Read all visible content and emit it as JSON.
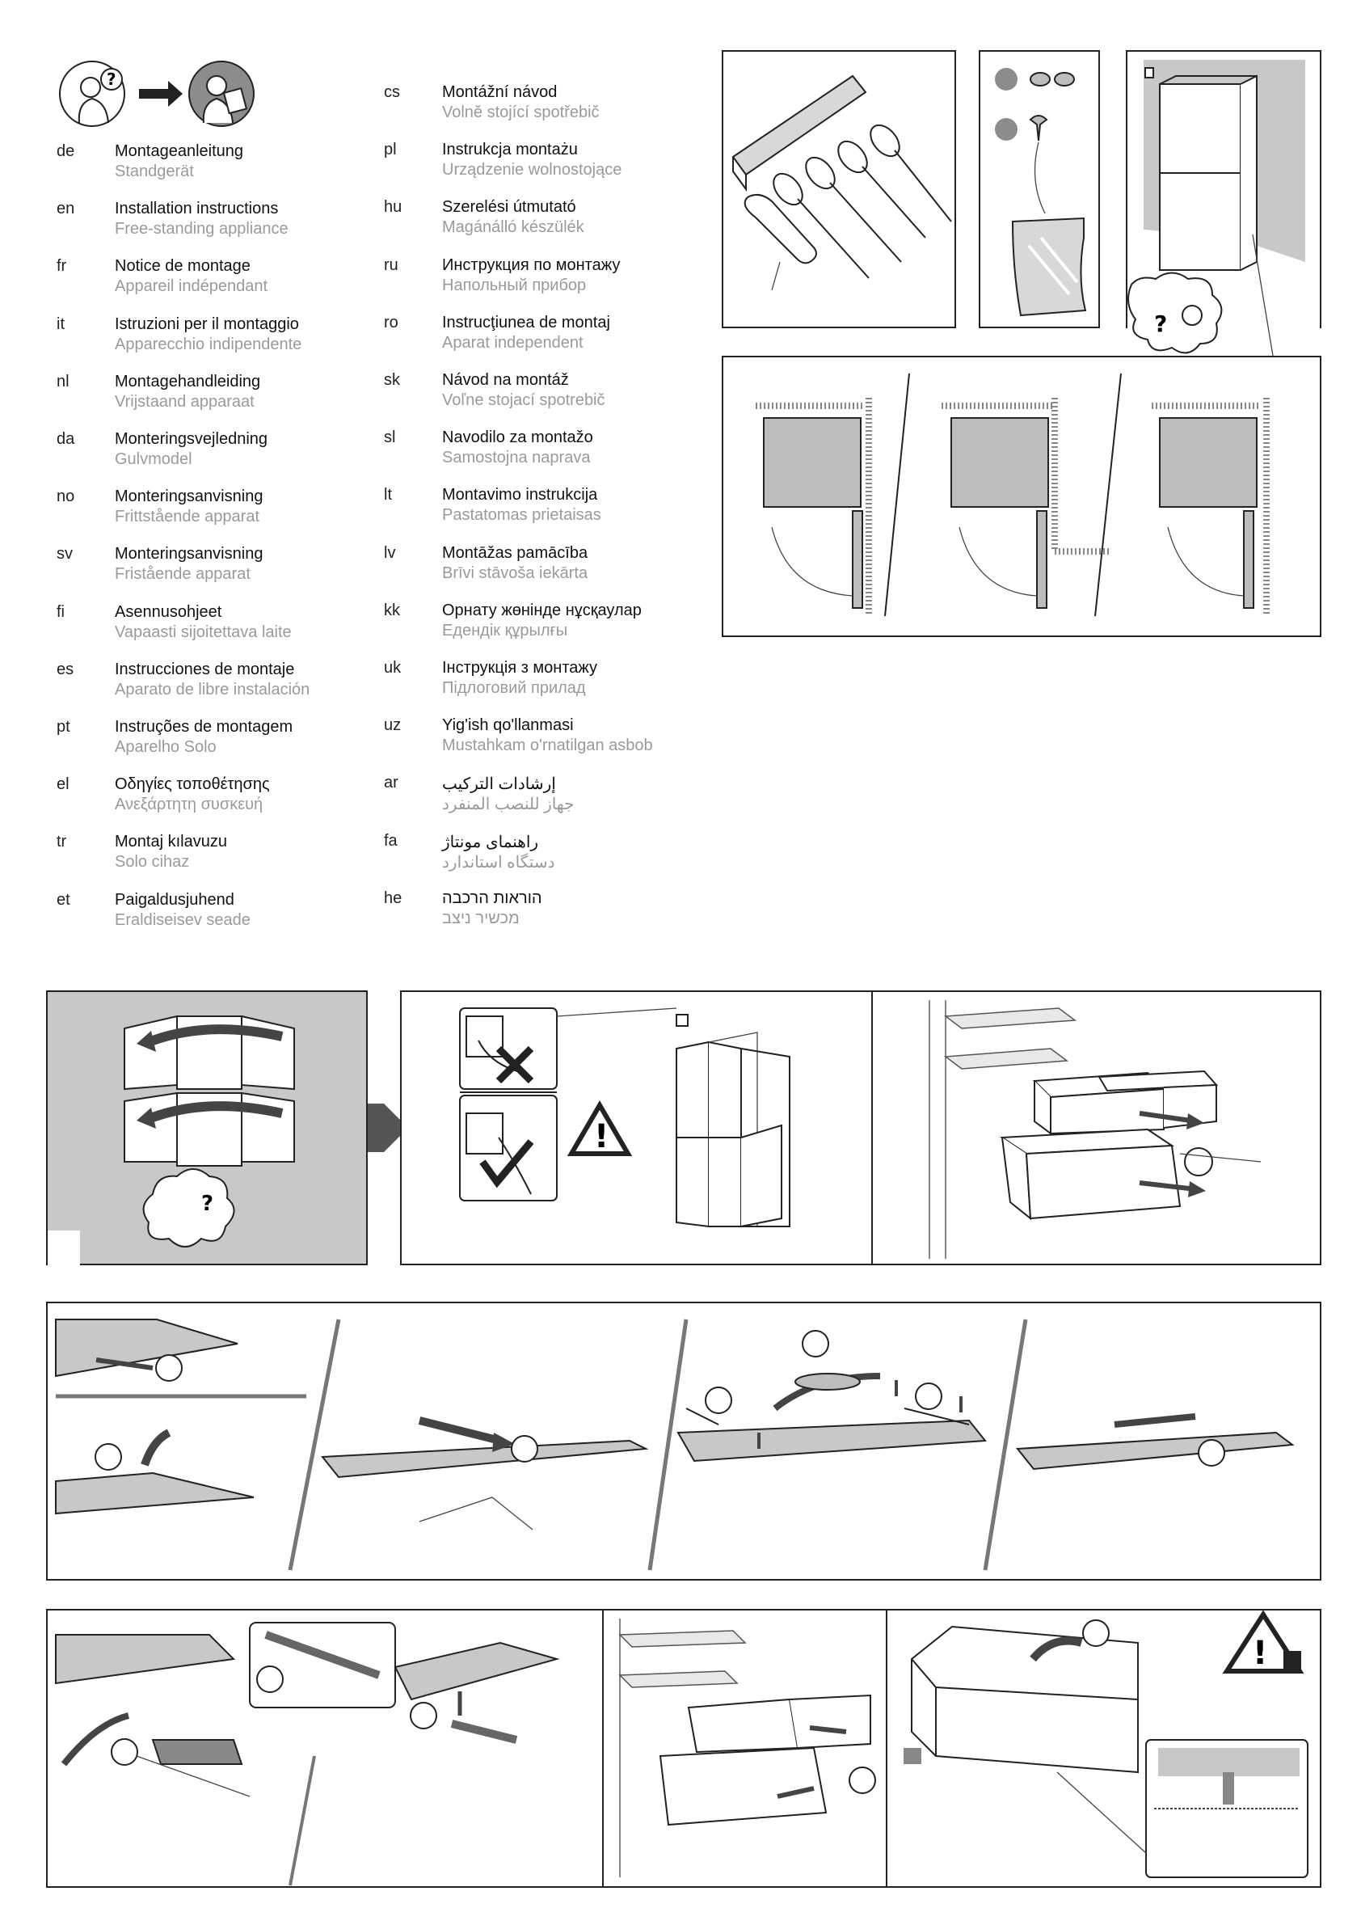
{
  "languages": {
    "left": [
      {
        "code": "de",
        "title": "Montageanleitung",
        "subtitle": "Standgerät"
      },
      {
        "code": "en",
        "title": "Installation instructions",
        "subtitle": "Free-standing appliance"
      },
      {
        "code": "fr",
        "title": "Notice de montage",
        "subtitle": "Appareil indépendant"
      },
      {
        "code": "it",
        "title": "Istruzioni per il montaggio",
        "subtitle": "Apparecchio indipendente"
      },
      {
        "code": "nl",
        "title": "Montagehandleiding",
        "subtitle": "Vrijstaand apparaat"
      },
      {
        "code": "da",
        "title": "Monteringsvejledning",
        "subtitle": "Gulvmodel"
      },
      {
        "code": "no",
        "title": "Monteringsanvisning",
        "subtitle": "Frittstående apparat"
      },
      {
        "code": "sv",
        "title": "Monteringsanvisning",
        "subtitle": "Fristående  apparat"
      },
      {
        "code": "fi",
        "title": "Asennusohjeet",
        "subtitle": "Vapaasti sijoitettava laite"
      },
      {
        "code": "es",
        "title": "Instrucciones de montaje",
        "subtitle": "Aparato de libre instalación"
      },
      {
        "code": "pt",
        "title": "Instruções de montagem",
        "subtitle": "Aparelho Solo"
      },
      {
        "code": "el",
        "title": "Οδηγίες τοποθέτησης",
        "subtitle": "Ανεξάρτητη συσκευή"
      },
      {
        "code": "tr",
        "title": "Montaj kılavuzu",
        "subtitle": "Solo cihaz"
      },
      {
        "code": "et",
        "title": "Paigaldusjuhend",
        "subtitle": "Eraldiseisev seade"
      }
    ],
    "right": [
      {
        "code": "cs",
        "title": "Montážní návod",
        "subtitle": "Volně stojící spotřebič"
      },
      {
        "code": "pl",
        "title": "Instrukcja montażu",
        "subtitle": "Urządzenie wolnostojące"
      },
      {
        "code": "hu",
        "title": "Szerelési útmutató",
        "subtitle": "Magánálló készülék"
      },
      {
        "code": "ru",
        "title": "Инструкция по монтажу",
        "subtitle": "Напольный прибор"
      },
      {
        "code": "ro",
        "title": "Instrucţiunea de montaj",
        "subtitle": "Aparat independent"
      },
      {
        "code": "sk",
        "title": "Návod na montáž",
        "subtitle": "Voľne stojací spotrebič"
      },
      {
        "code": "sl",
        "title": "Navodilo za montažo",
        "subtitle": "Samostojna naprava"
      },
      {
        "code": "lt",
        "title": "Montavimo instrukcija",
        "subtitle": "Pastatomas prietaisas"
      },
      {
        "code": "lv",
        "title": "Montāžas pamācība",
        "subtitle": "Brīvi stāvoša iekārta"
      },
      {
        "code": "kk",
        "title": "Орнату жөнінде нұсқаулар",
        "subtitle": "Едендік құрылғы"
      },
      {
        "code": "uk",
        "title": "Інструкція з монтажу",
        "subtitle": "Підлоговий прилад"
      },
      {
        "code": "uz",
        "title": "Yig'ish qo'llanmasi",
        "subtitle": "Mustahkam o'rnatilgan asbob"
      },
      {
        "code": "ar",
        "title": "إرشادات التركيب",
        "subtitle": "جهاز للنصب المنفرد"
      },
      {
        "code": "fa",
        "title": "راهنمای مونتاژ",
        "subtitle": "دستگاه استاندارد"
      },
      {
        "code": "he",
        "title": "הוראות הרכבה",
        "subtitle": "מכשיר ניצב"
      }
    ]
  },
  "icons": {
    "read_first": "person-question-icon",
    "arrow": "arrow-right-icon",
    "warning": "warning-triangle-icon",
    "weight_warning": "weight-warning-icon"
  },
  "colors": {
    "panel_gray": "#c8c8c8",
    "ink": "#222222",
    "subtitle_gray": "#9a9a9a"
  }
}
